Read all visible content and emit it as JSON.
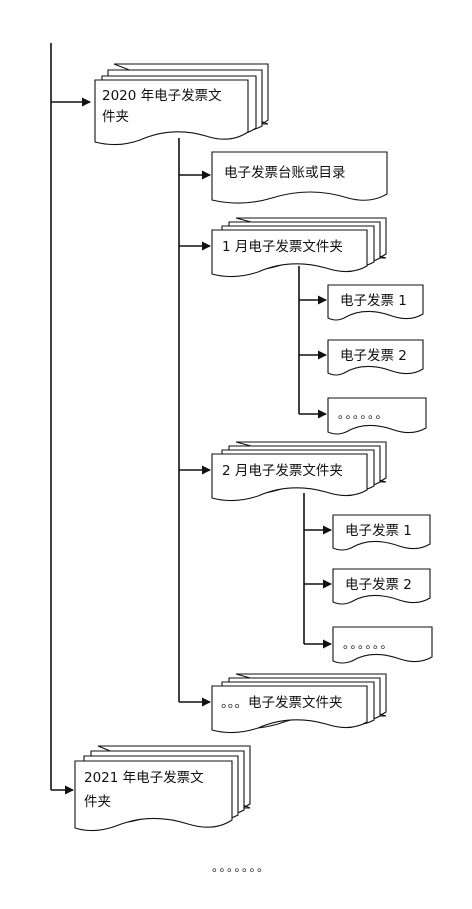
{
  "diagram": {
    "folder_2020": {
      "line1": "2020  年电子发票文",
      "line2": "件夹"
    },
    "ledger": {
      "label": "电子发票台账或目录"
    },
    "folder_jan": {
      "label": "1 月电子发票文件夹"
    },
    "jan_invoices": [
      {
        "label": "电子发票 1"
      },
      {
        "label": "电子发票 2"
      },
      {
        "label": "。。。。。。"
      }
    ],
    "folder_feb": {
      "label": "2 月电子发票文件夹"
    },
    "feb_invoices": [
      {
        "label": "电子发票 1"
      },
      {
        "label": "电子发票 2"
      },
      {
        "label": "。。。。。。"
      }
    ],
    "folder_more": {
      "label": "。。。电子发票文件夹"
    },
    "folder_2021": {
      "line1": "2021  年电子发票文",
      "line2": "件夹"
    },
    "footer_dots": "。。。。。。。"
  }
}
